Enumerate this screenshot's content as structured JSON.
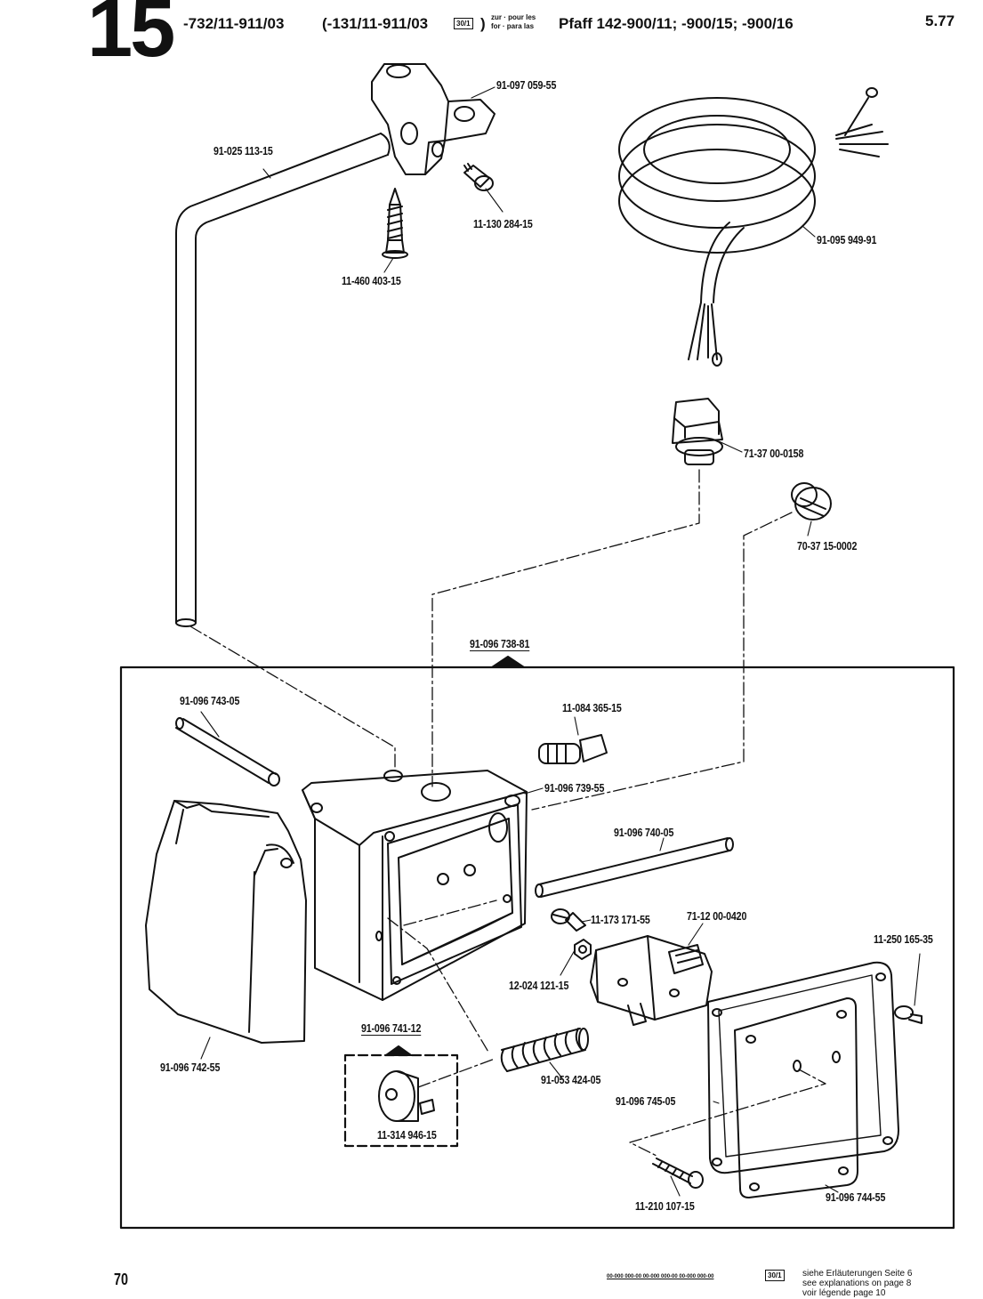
{
  "header": {
    "section_number": "15",
    "model_codes": "-732/11-911/03",
    "model_codes_alt": "(-131/11-911/03",
    "badge": "30/1",
    "badge_close": ")",
    "for_line1": "zur · pour les",
    "for_line2": "for · para las",
    "machine": "Pfaff 142-900/11; -900/15; -900/16",
    "date_code": "5.77"
  },
  "parts": [
    {
      "id": "p01",
      "number": "91-097 059-55"
    },
    {
      "id": "p02",
      "number": "91-025 113-15"
    },
    {
      "id": "p03",
      "number": "11-130 284-15"
    },
    {
      "id": "p04",
      "number": "11-460 403-15"
    },
    {
      "id": "p05",
      "number": "91-095 949-91"
    },
    {
      "id": "p06",
      "number": "71-37 00-0158"
    },
    {
      "id": "p07",
      "number": "70-37 15-0002"
    },
    {
      "id": "p08",
      "number": "91-096 738-81"
    },
    {
      "id": "p09",
      "number": "91-096 743-05"
    },
    {
      "id": "p10",
      "number": "11-084 365-15"
    },
    {
      "id": "p11",
      "number": "91-096 739-55"
    },
    {
      "id": "p12",
      "number": "91-096 740-05"
    },
    {
      "id": "p13",
      "number": "11-173 171-55"
    },
    {
      "id": "p14",
      "number": "71-12 00-0420"
    },
    {
      "id": "p15",
      "number": "11-250 165-35"
    },
    {
      "id": "p16",
      "number": "12-024 121-15"
    },
    {
      "id": "p17",
      "number": "91-096 742-55"
    },
    {
      "id": "p18",
      "number": "91-096 741-12"
    },
    {
      "id": "p19",
      "number": "91-053 424-05"
    },
    {
      "id": "p20",
      "number": "11-314 946-15"
    },
    {
      "id": "p21",
      "number": "91-096 745-05"
    },
    {
      "id": "p22",
      "number": "11-210 107-15"
    },
    {
      "id": "p23",
      "number": "91-096 744-55"
    }
  ],
  "footer": {
    "page_number": "70",
    "codes": "00-000 000-00   00-000 000-00   00-000 000-00",
    "badge": "30/1",
    "note_de": "siehe Erläuterungen Seite 6",
    "note_en": "see explanations on page 8",
    "note_fr": "voir légende page 10"
  }
}
